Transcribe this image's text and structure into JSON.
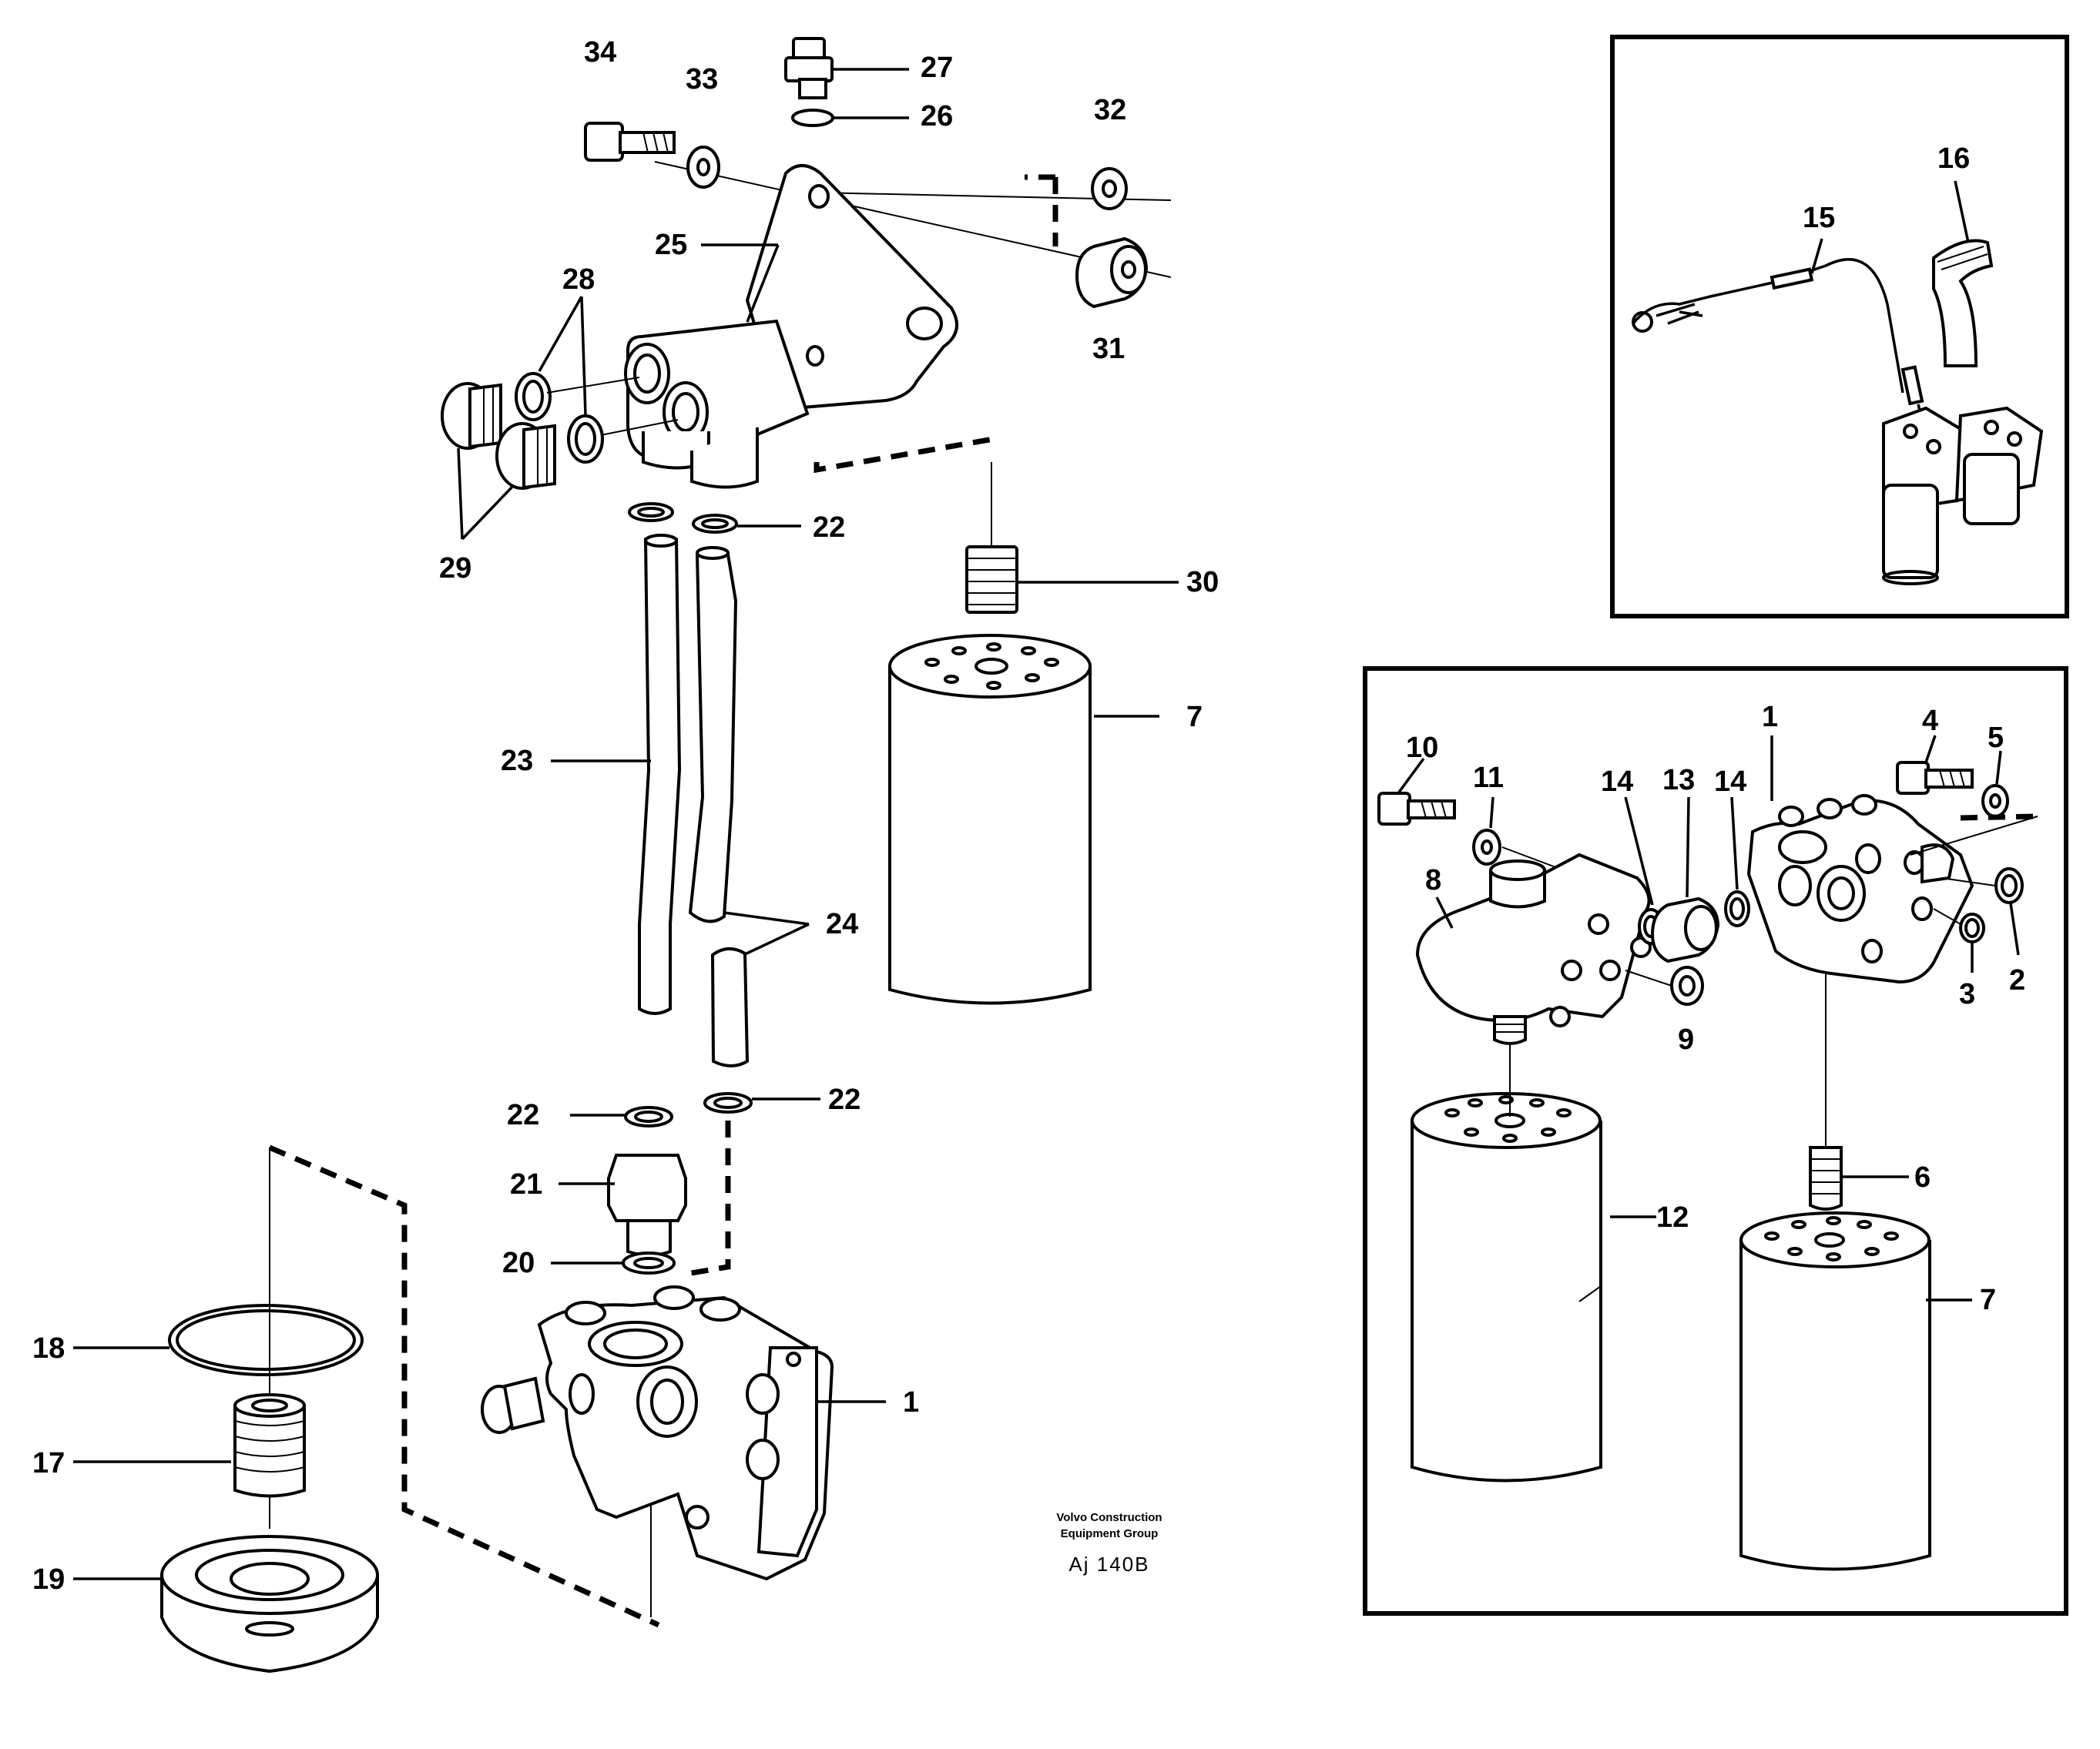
{
  "credit": {
    "line1": "Volvo Construction",
    "line2": "Equipment Group",
    "reference": "Aj 140B"
  },
  "main_labels": {
    "l34": "34",
    "l33": "33",
    "l27": "27",
    "l26": "26",
    "l32": "32",
    "l31": "31",
    "l25": "25",
    "l28": "28",
    "l29": "29",
    "l22a": "22",
    "l30": "30",
    "l7": "7",
    "l23": "23",
    "l24": "24",
    "l22b": "22",
    "l22c": "22",
    "l21": "21",
    "l20": "20",
    "l18": "18",
    "l1": "1",
    "l17": "17",
    "l19": "19"
  },
  "inset_top_labels": {
    "l15": "15",
    "l16": "16"
  },
  "inset_bottom_labels": {
    "l10": "10",
    "l11": "11",
    "l14a": "14",
    "l13": "13",
    "l14b": "14",
    "l1": "1",
    "l4": "4",
    "l5": "5",
    "l8": "8",
    "l9": "9",
    "l3": "3",
    "l2": "2",
    "l6": "6",
    "l12": "12",
    "l7": "7"
  }
}
